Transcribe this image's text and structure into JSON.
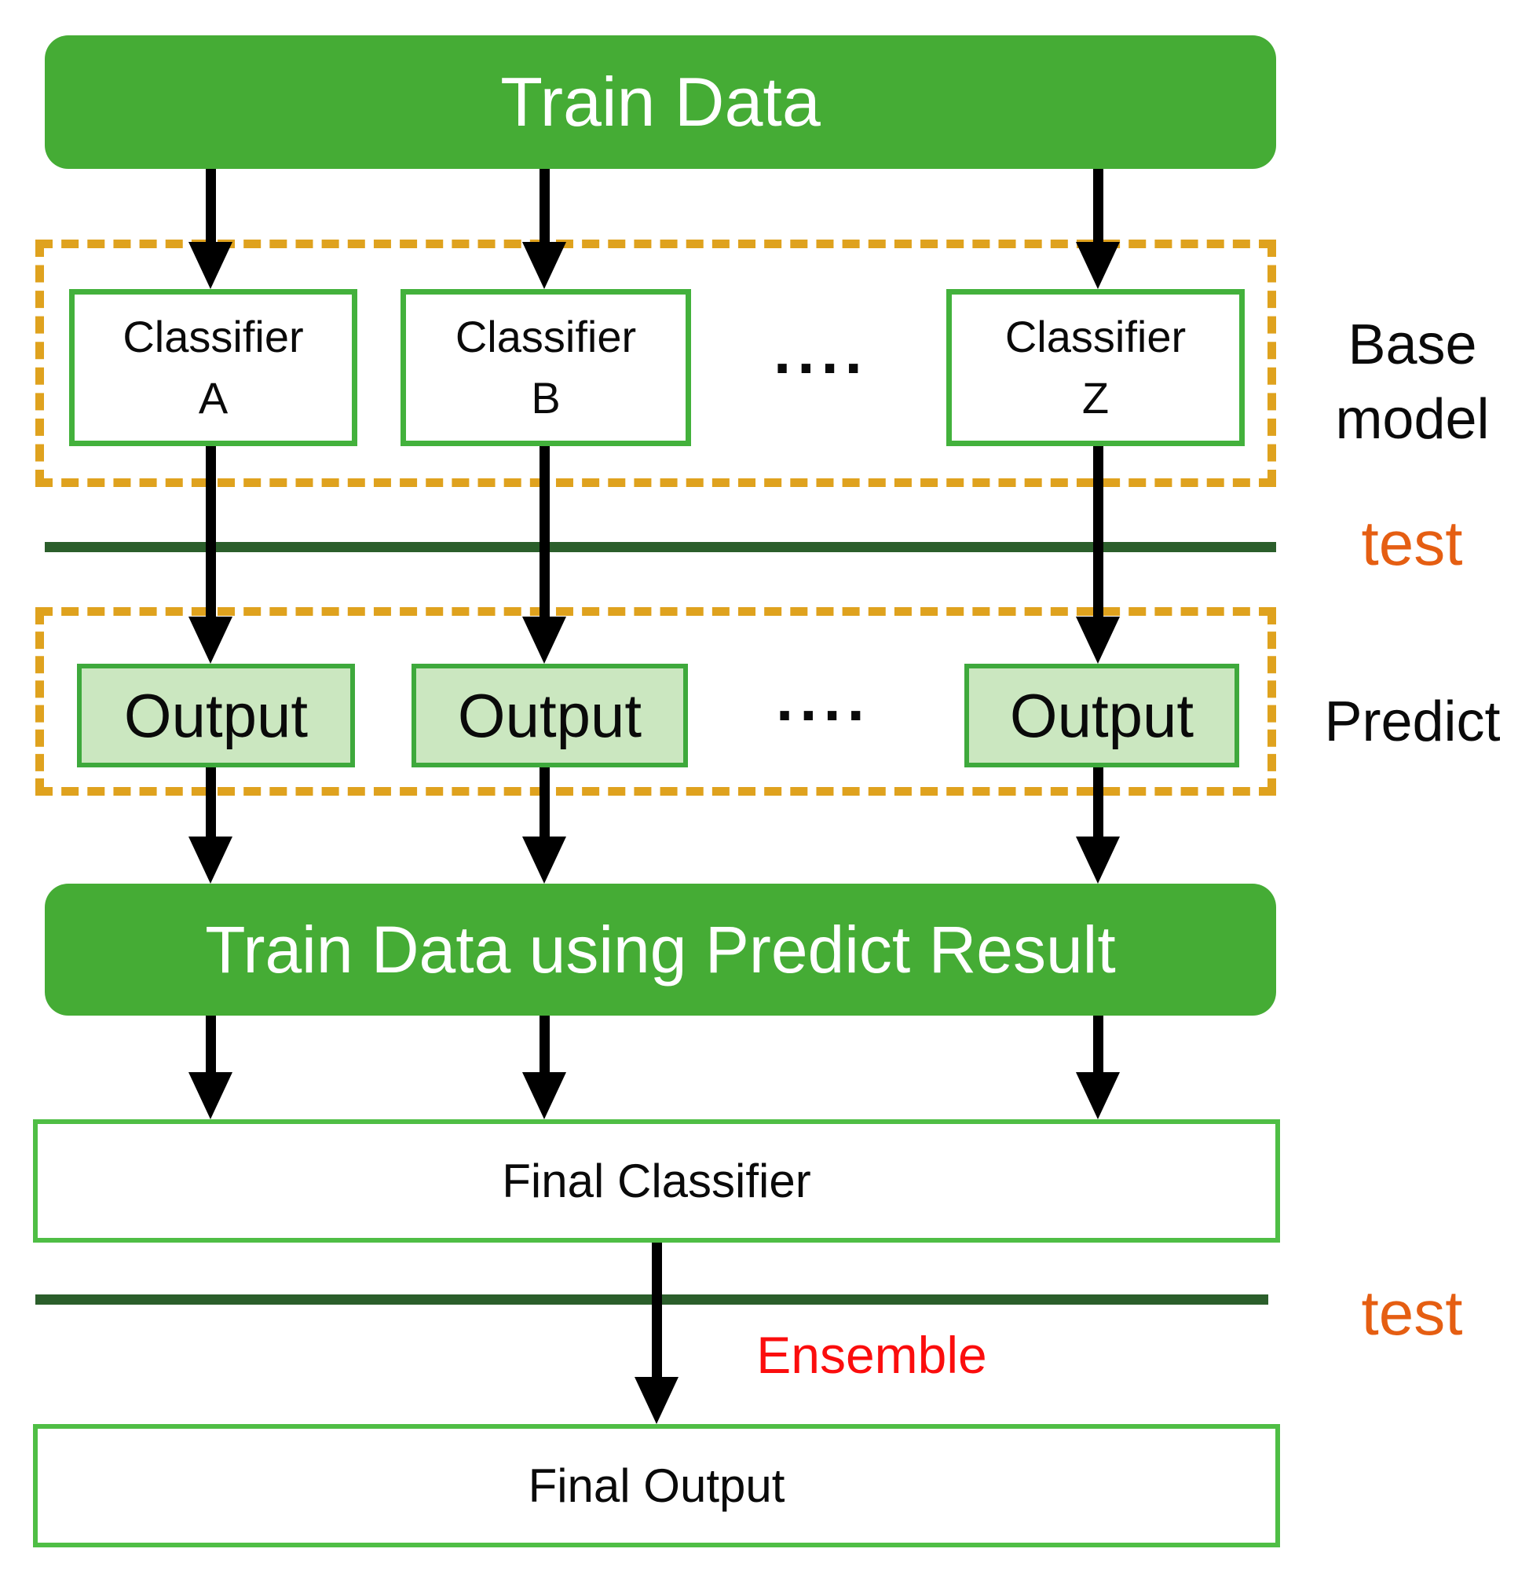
{
  "diagram": {
    "train_data_bar": {
      "label": "Train Data"
    },
    "base_models": {
      "boxes": [
        {
          "line1": "Classifier",
          "line2": "A"
        },
        {
          "line1": "Classifier",
          "line2": "B"
        },
        {
          "line1": "Classifier",
          "line2": "Z"
        }
      ],
      "dots": "....",
      "side_label": {
        "line1": "Base",
        "line2": "model"
      }
    },
    "test_divider_1": {
      "label": "test"
    },
    "predict_stage": {
      "outputs": [
        {
          "label": "Output"
        },
        {
          "label": "Output"
        },
        {
          "label": "Output"
        }
      ],
      "dots": "....",
      "side_label": "Predict"
    },
    "train_predict_bar": {
      "label": "Train Data using Predict Result"
    },
    "final_classifier": {
      "label": "Final Classifier"
    },
    "test_divider_2": {
      "label": "test"
    },
    "ensemble": {
      "label": "Ensemble"
    },
    "final_output": {
      "label": "Final Output"
    },
    "colors": {
      "green_bar": "#45AC35",
      "green_border": "#43B13C",
      "light_green_fill": "#CBE7C0",
      "light_green_border": "#3EA93C",
      "final_box_border": "#4FBE45",
      "dark_green_line": "#2B5E2B",
      "dashed_orange": "#DFA21E",
      "test_orange": "#E55E12",
      "ensemble_red": "#FB0D0D",
      "text_black": "#0A0A0A",
      "white_text": "#FFFFFF"
    }
  }
}
